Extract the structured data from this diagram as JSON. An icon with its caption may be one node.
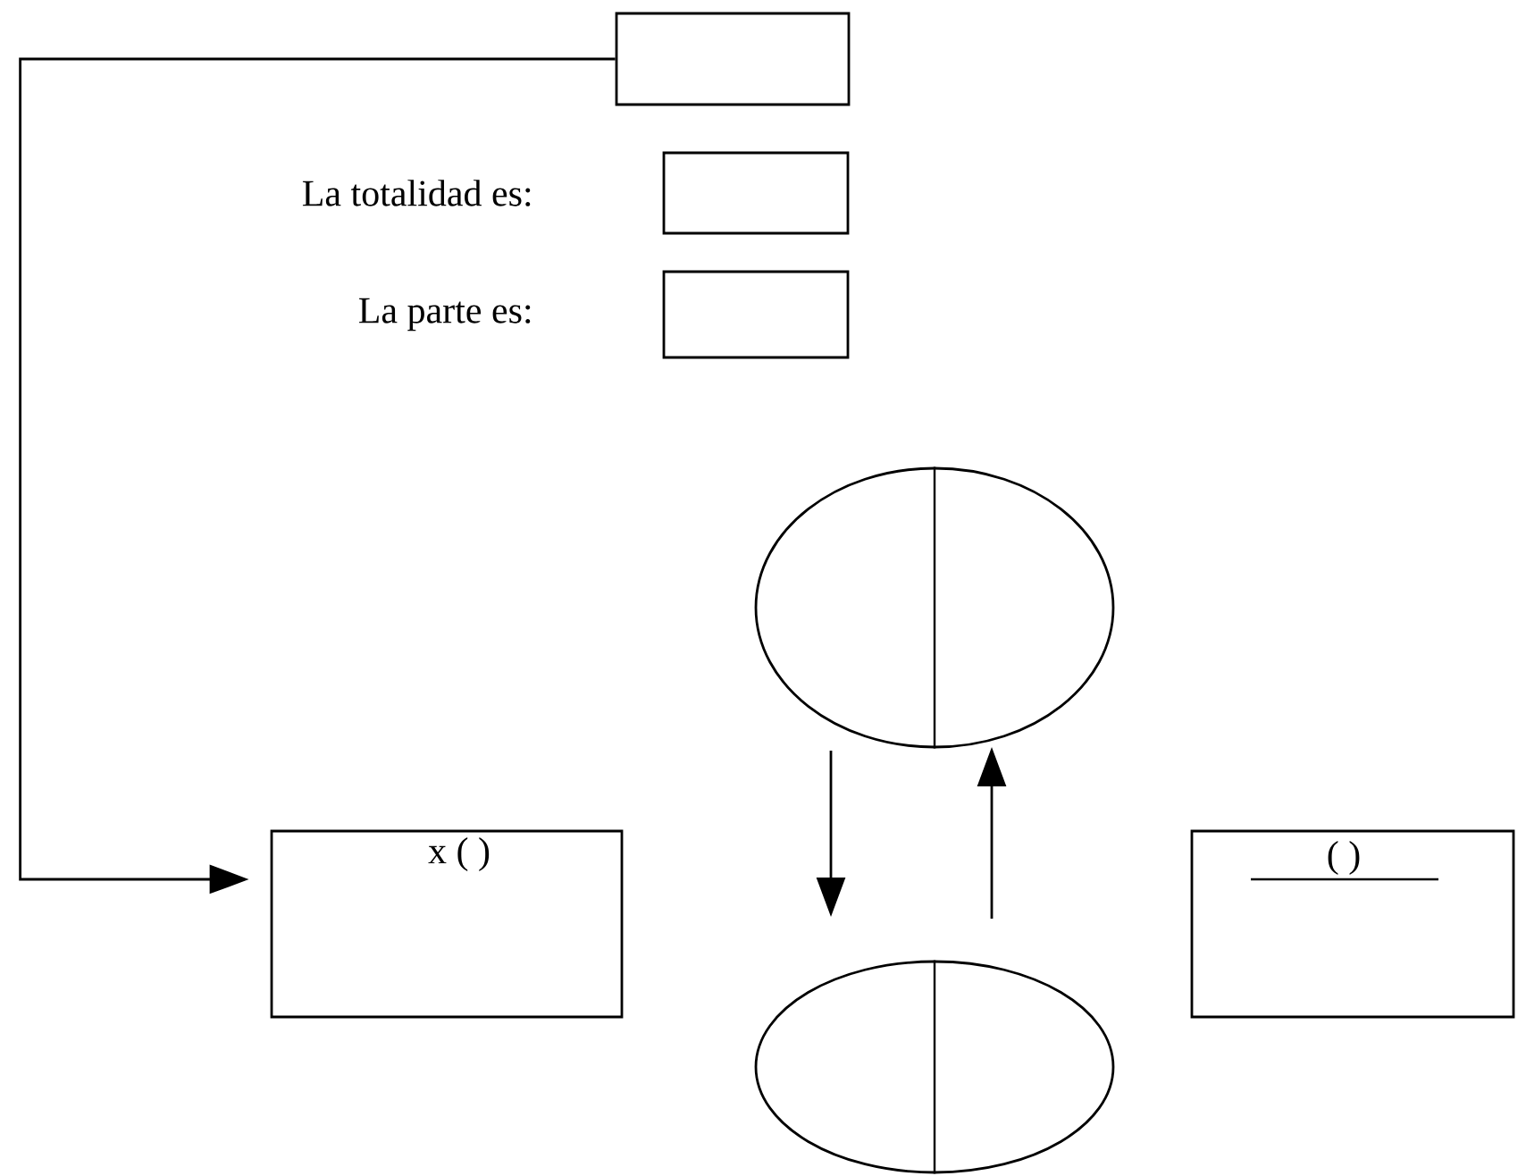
{
  "diagram": {
    "nodes": [
      {
        "text": [],
        "shape": "box"
      },
      {
        "text": [],
        "shape": "box",
        "beside": [
          "La totalidad es:"
        ]
      },
      {
        "text": [],
        "shape": "box",
        "beside": [
          "La parte es:"
        ]
      },
      {
        "text": [],
        "shape": "ellipse"
      },
      {
        "text": [
          "x ( )"
        ]
      },
      {
        "text": [
          "( )"
        ]
      },
      {
        "text": [],
        "shape": "ellipse"
      }
    ],
    "edges": [
      {
        "from": 0,
        "to": 4,
        "arrow": "to"
      },
      {
        "from": 3,
        "to": 6,
        "arrow": "to"
      },
      {
        "from": 6,
        "to": 3,
        "arrow": "to"
      }
    ]
  }
}
